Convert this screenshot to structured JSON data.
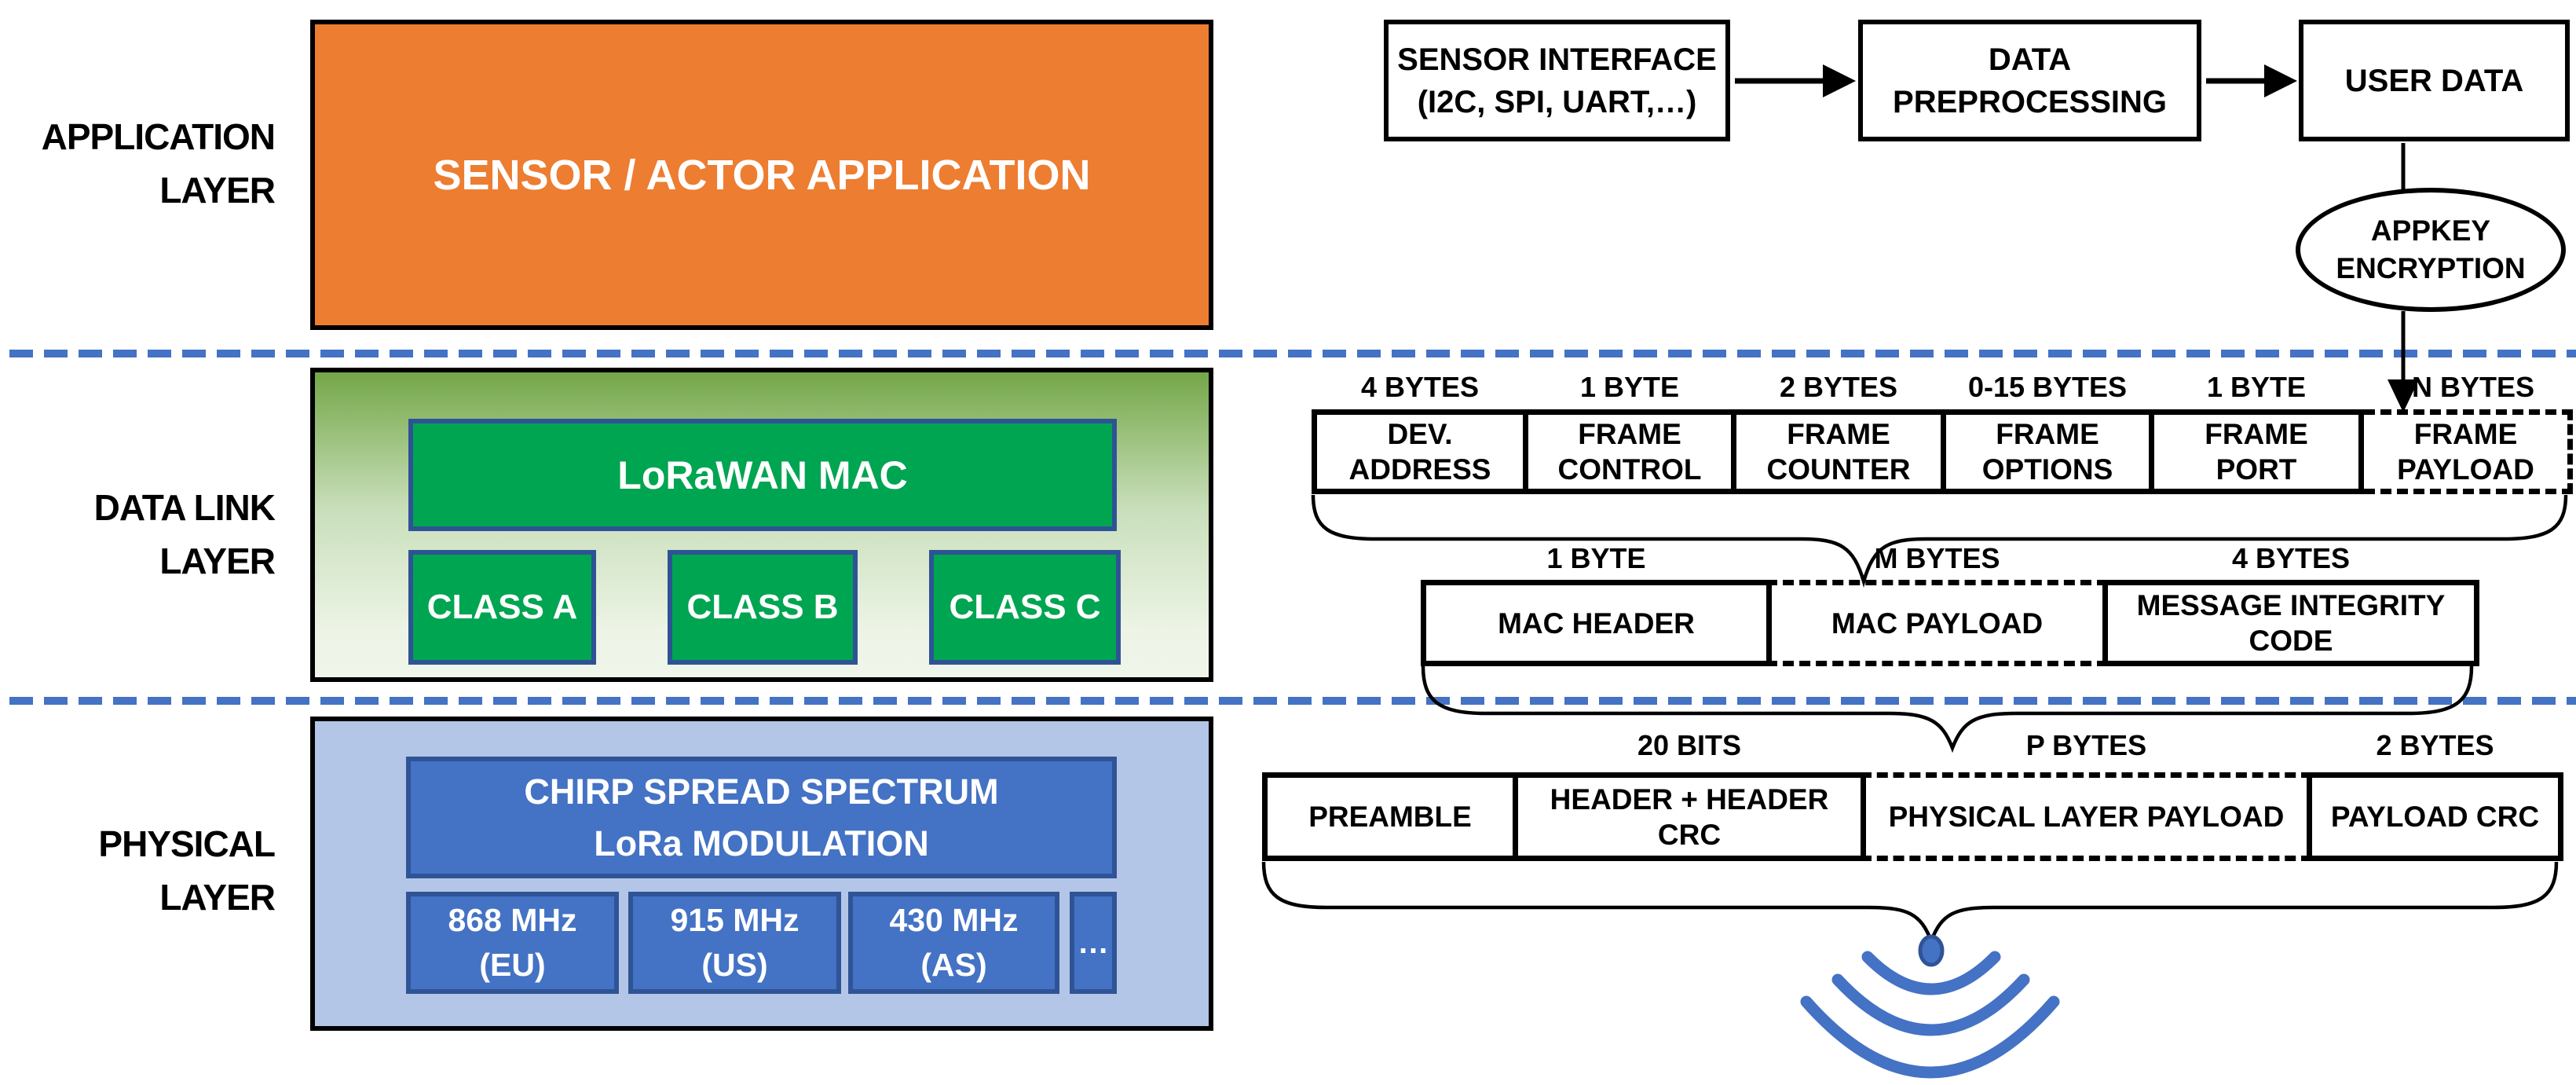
{
  "colors": {
    "accent_blue": "#4472C4",
    "navy_border": "#2F5496",
    "light_blue_bg": "#B4C6E7",
    "orange": "#ED7D31",
    "green": "#00A551",
    "green_border": "#2E5395",
    "green_grad_top": "#74A748",
    "green_grad_bottom": "#EFF5EA",
    "black": "#000000",
    "white": "#FFFFFF"
  },
  "layers": {
    "application": {
      "label": [
        "APPLICATION",
        "LAYER"
      ],
      "app_box": "SENSOR / ACTOR APPLICATION"
    },
    "data_link": {
      "label": [
        "DATA LINK",
        "LAYER"
      ],
      "mac_box": "LoRaWAN MAC",
      "class_boxes": [
        "CLASS A",
        "CLASS B",
        "CLASS C"
      ]
    },
    "physical": {
      "label": [
        "PHYSICAL",
        "LAYER"
      ],
      "modulation_box": [
        "CHIRP SPREAD SPECTRUM",
        "LoRa MODULATION"
      ],
      "frequency_boxes": [
        {
          "freq": "868 MHz",
          "region": "(EU)"
        },
        {
          "freq": "915 MHz",
          "region": "(US)"
        },
        {
          "freq": "430 MHz",
          "region": "(AS)"
        }
      ],
      "more_frequencies": "…"
    }
  },
  "flow": {
    "sensor_interface": [
      "SENSOR INTERFACE",
      "(I2C, SPI, UART,…)"
    ],
    "data_preprocessing": [
      "DATA",
      "PREPROCESSING"
    ],
    "user_data": "USER DATA",
    "appkey_encryption": [
      "APPKEY",
      "ENCRYPTION"
    ]
  },
  "frames": {
    "frame_fields": {
      "cells": [
        {
          "size": "4 BYTES",
          "line1": "DEV.",
          "line2": "ADDRESS"
        },
        {
          "size": "1 BYTE",
          "line1": "FRAME",
          "line2": "CONTROL"
        },
        {
          "size": "2 BYTES",
          "line1": "FRAME",
          "line2": "COUNTER"
        },
        {
          "size": "0-15 BYTES",
          "line1": "FRAME",
          "line2": "OPTIONS"
        },
        {
          "size": "1 BYTE",
          "line1": "FRAME",
          "line2": "PORT"
        },
        {
          "size": "N BYTES",
          "line1": "FRAME",
          "line2": "PAYLOAD"
        }
      ]
    },
    "mac_frame": {
      "cells": [
        {
          "size": "1 BYTE",
          "line1": "MAC HEADER"
        },
        {
          "size": "M BYTES",
          "line1": "MAC PAYLOAD"
        },
        {
          "size": "4 BYTES",
          "line1": "MESSAGE INTEGRITY",
          "line2": "CODE"
        }
      ]
    },
    "phy_frame": {
      "cells": [
        {
          "size": "",
          "line1": "PREAMBLE"
        },
        {
          "size": "20 BITS",
          "line1": "HEADER + HEADER",
          "line2": "CRC"
        },
        {
          "size": "P BYTES",
          "line1": "PHYSICAL LAYER PAYLOAD"
        },
        {
          "size": "2 BYTES",
          "line1": "PAYLOAD CRC"
        }
      ]
    }
  }
}
